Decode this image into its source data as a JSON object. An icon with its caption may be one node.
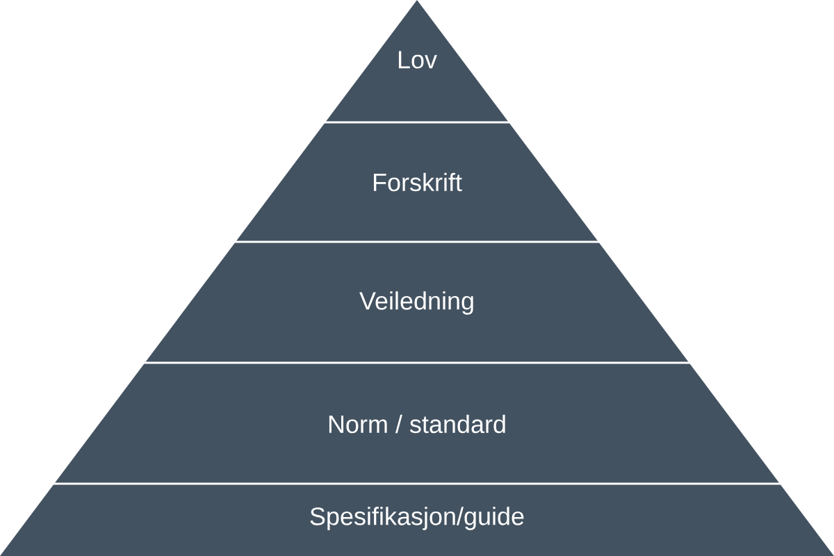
{
  "diagram": {
    "nodes": [
      {
        "text": [
          "Lov"
        ]
      },
      {
        "text": [
          "Forskrift"
        ]
      },
      {
        "text": [
          "Veiledning"
        ]
      },
      {
        "text": [
          "Norm / standard"
        ]
      },
      {
        "text": [
          "Spesifikasjon/guide"
        ]
      }
    ]
  }
}
